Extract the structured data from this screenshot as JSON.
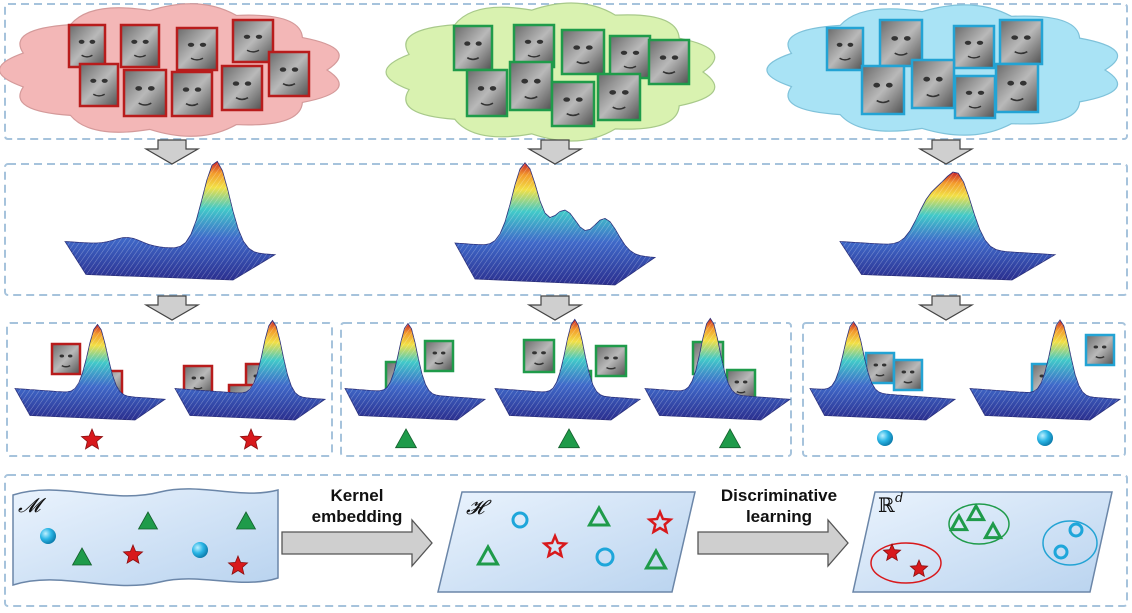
{
  "bottom": {
    "space_m": "𝓜",
    "space_h": "𝓗",
    "space_r": "ℝ",
    "space_r_sup": "d",
    "arrow1_line1": "Kernel",
    "arrow1_line2": "embedding",
    "arrow2_line1": "Discriminative",
    "arrow2_line2": "learning"
  },
  "classes": [
    {
      "name": "red",
      "frame": "#b81c1c",
      "cloud": "#f3b7b7",
      "marker": "star",
      "marker_color": "#d8191c"
    },
    {
      "name": "green",
      "frame": "#1f9b4a",
      "cloud": "#d9f2b0",
      "marker": "triangle",
      "marker_color": "#1f9b4a"
    },
    {
      "name": "blue",
      "frame": "#23a3d4",
      "cloud": "#a9e3f5",
      "marker": "circle",
      "marker_color": "#1ea6da"
    }
  ],
  "colors": {
    "dash": "#a6c3dc",
    "arrow_fill": "#cfcfcf",
    "plane_fill": "#cfe2f7",
    "plane_stroke": "#6b86a8"
  }
}
